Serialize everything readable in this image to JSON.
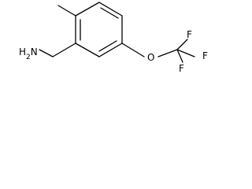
{
  "molecule": {
    "atoms": {
      "amine": "H2N",
      "oxygen": "O",
      "fluorine_top": "F",
      "fluorine_right": "F",
      "fluorine_bottom": "F"
    }
  }
}
